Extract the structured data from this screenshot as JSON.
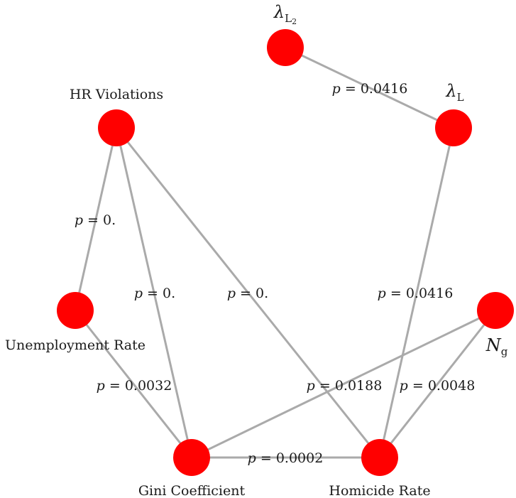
{
  "graph": {
    "nodes": [
      {
        "id": "lambda_l2",
        "label": "λ",
        "sub": "L",
        "subsub": "2"
      },
      {
        "id": "hr_violations",
        "label": "HR Violations"
      },
      {
        "id": "lambda_l",
        "label": "λ",
        "sub": "L"
      },
      {
        "id": "unemployment_rate",
        "label": "Unemployment Rate"
      },
      {
        "id": "n_g",
        "label": "N",
        "sub": "g"
      },
      {
        "id": "gini_coefficient",
        "label": "Gini Coefficient"
      },
      {
        "id": "homicide_rate",
        "label": "Homicide Rate"
      }
    ],
    "edges": [
      {
        "source": "lambda_l2",
        "target": "lambda_l",
        "p_symbol": "p",
        "p_value": "= 0.0416"
      },
      {
        "source": "hr_violations",
        "target": "unemployment_rate",
        "p_symbol": "p",
        "p_value": "= 0."
      },
      {
        "source": "hr_violations",
        "target": "gini_coefficient",
        "p_symbol": "p",
        "p_value": "= 0."
      },
      {
        "source": "hr_violations",
        "target": "homicide_rate",
        "p_symbol": "p",
        "p_value": "= 0."
      },
      {
        "source": "lambda_l",
        "target": "homicide_rate",
        "p_symbol": "p",
        "p_value": "= 0.0416"
      },
      {
        "source": "unemployment_rate",
        "target": "gini_coefficient",
        "p_symbol": "p",
        "p_value": "= 0.0032"
      },
      {
        "source": "n_g",
        "target": "gini_coefficient",
        "p_symbol": "p",
        "p_value": "= 0.0188"
      },
      {
        "source": "n_g",
        "target": "homicide_rate",
        "p_symbol": "p",
        "p_value": "= 0.0048"
      },
      {
        "source": "gini_coefficient",
        "target": "homicide_rate",
        "p_symbol": "p",
        "p_value": "= 0.0002"
      }
    ]
  },
  "colors": {
    "node_fill": "#ff0000",
    "edge_stroke": "#aaaaaa",
    "text": "#1a1a1a",
    "background": "#ffffff"
  }
}
